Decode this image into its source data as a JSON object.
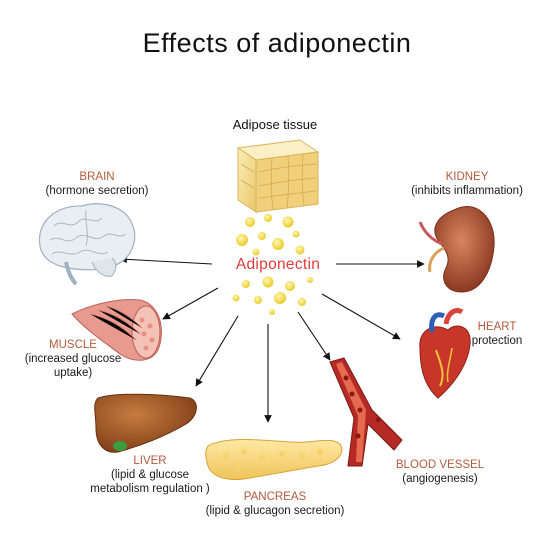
{
  "title": "Effects of adiponectin",
  "source_label": "Adipose tissue",
  "center_label": "Adiponectin",
  "organs": {
    "brain": {
      "name": "BRAIN",
      "desc": "(hormone secretion)"
    },
    "kidney": {
      "name": "KIDNEY",
      "desc": "(inhibits inflammation)"
    },
    "muscle": {
      "name": "MUSCLE",
      "desc1": "(increased glucose",
      "desc2": "uptake)"
    },
    "heart": {
      "name": "HEART",
      "desc": "protection"
    },
    "liver": {
      "name": "LIVER",
      "desc1": "(lipid & glucose",
      "desc2": "metabolism regulation )"
    },
    "pancreas": {
      "name": "PANCREAS",
      "desc": "(lipid & glucagon secretion)"
    },
    "vessel": {
      "name": "BLOOD VESSEL",
      "desc": "(angiogenesis)"
    }
  },
  "colors": {
    "organ_label": "#b55a3c",
    "adiponectin": "#e23b3b",
    "dots": "#f2e04a",
    "adipose": "#f3dc8a"
  }
}
